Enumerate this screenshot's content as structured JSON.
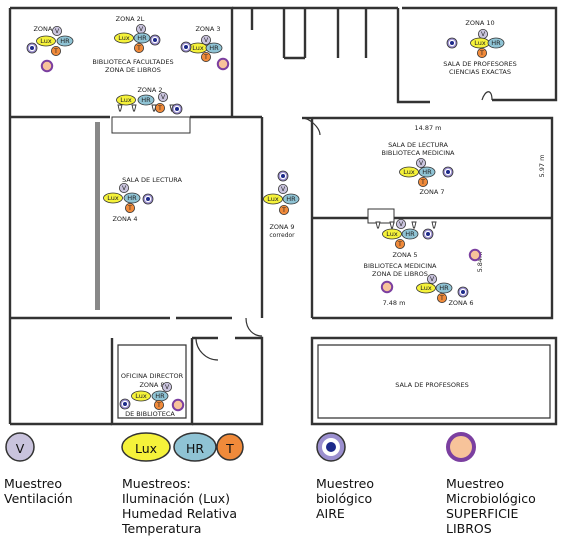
{
  "colors": {
    "wall": "#333333",
    "ventilation": "#c9c3dd",
    "lux": "#f5f23a",
    "hr": "#8fc3d4",
    "temperature": "#f08a3a",
    "air_outer": "#9b8fcf",
    "air_inner": "#1d2a8a",
    "surface_fill": "#f7c39a",
    "surface_ring": "#7b3fa0"
  },
  "symbols": {
    "ventilation": "V",
    "lux": "Lux",
    "hr": "HR",
    "temperature": "T"
  },
  "rooms": {
    "zona1": "ZONA 1",
    "zona2l": "ZONA 2L",
    "zona3": "ZONA 3",
    "biblioteca_facultades_1": "BIBLIOTECA FACULTADES",
    "biblioteca_facultades_2": "ZONA DE LIBROS",
    "zona2": "ZONA 2",
    "zona10": "ZONA 10",
    "sala_profesores_ce_1": "SALA DE PROFESORES",
    "sala_profesores_ce_2": "CIENCIAS EXACTAS",
    "sala_lectura": "SALA DE LECTURA",
    "zona4": "ZONA 4",
    "zona9_1": "ZONA 9",
    "zona9_2": "corredor",
    "dim_width": "14.87 m",
    "dim_height": "5.97 m",
    "sala_lectura_med_1": "SALA DE LECTURA",
    "sala_lectura_med_2": "BIBLIOTECA MEDICINA",
    "zona7": "ZONA 7",
    "zona5": "ZONA 5",
    "biblioteca_medicina_1": "BIBLIOTECA MEDICINA",
    "biblioteca_medicina_2": "ZONA DE LIBROS",
    "dim_748": "7.48 m",
    "dim_584": "5.84m",
    "zona6": "ZONA 6",
    "sala_profesores": "SALA DE PROFESORES",
    "oficina_1": "OFICINA DIRECTOR",
    "oficina_2": "ZONA 8",
    "oficina_3": "DE BIBLIOTECA"
  },
  "legend": {
    "ventilation": [
      "Muestreo",
      "Ventilación"
    ],
    "environment": [
      "Muestreos:",
      "Iluminación (Lux)",
      "Humedad Relativa",
      "Temperatura"
    ],
    "air": [
      "Muestreo",
      "biológico",
      "AIRE"
    ],
    "surface": [
      "Muestreo",
      "Microbiológico",
      "SUPERFICIE",
      "LIBROS"
    ]
  }
}
